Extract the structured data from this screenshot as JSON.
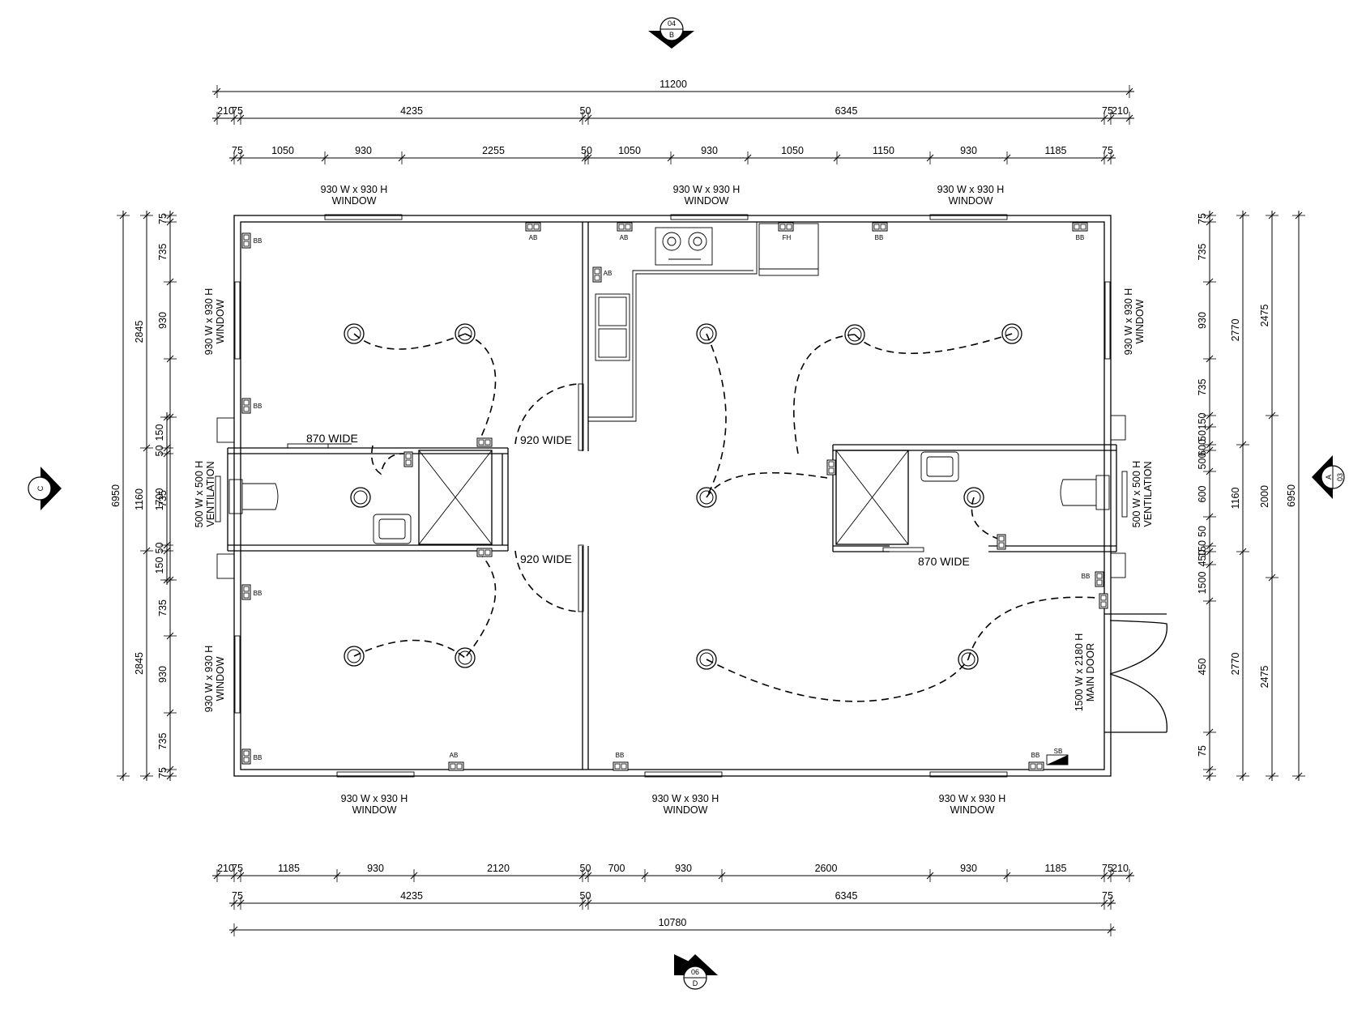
{
  "dims": {
    "top_overall": "11200",
    "top_row2": [
      "210",
      "75",
      "4235",
      "50",
      "6345",
      "75",
      "210"
    ],
    "top_row3": [
      "75",
      "1050",
      "930",
      "2255",
      "50",
      "1050",
      "930",
      "1050",
      "1150",
      "930",
      "1185",
      "75"
    ],
    "bottom_row1": [
      "210",
      "75",
      "1185",
      "930",
      "2120",
      "50",
      "700",
      "930",
      "2600",
      "930",
      "1185",
      "75",
      "210"
    ],
    "bottom_row2": [
      "75",
      "4235",
      "50",
      "6345",
      "75"
    ],
    "bottom_overall": "10780",
    "left_outer": "6950",
    "left_mid": [
      "2845",
      "1160",
      "2845"
    ],
    "left_inner1": [
      "150",
      "50",
      "1700",
      "50",
      "150"
    ],
    "left_inner2": [
      "75",
      "735",
      "930",
      "735",
      "735",
      "930",
      "735",
      "75"
    ],
    "right_inner1": [
      "75",
      "735",
      "930",
      "735",
      "150",
      "50",
      "600",
      "500",
      "600",
      "50",
      "150",
      "450",
      "1500",
      "450",
      "75"
    ],
    "right_mid": [
      "2770",
      "1160",
      "2770"
    ],
    "right_mid2": [
      "2475",
      "2000",
      "2475"
    ],
    "right_outer": "6950"
  },
  "labels": {
    "window_size": "930 W x 930 H",
    "window": "WINDOW",
    "ventilation_size": "500 W x 500 H",
    "ventilation": "VENTILATION",
    "door_size": "1500 W x 2180 H",
    "door_name": "MAIN DOOR",
    "wide_870": "870 WIDE",
    "wide_920": "920 WIDE"
  },
  "outlets": {
    "bb": "BB",
    "ab": "AB",
    "fh": "FH",
    "sb": "SB"
  },
  "markers": {
    "top": {
      "num": "04",
      "letter": "B"
    },
    "bottom": {
      "num": "06",
      "letter": "D"
    },
    "left": {
      "letter": "C"
    },
    "right": {
      "letter": "A",
      "num": "03"
    }
  }
}
